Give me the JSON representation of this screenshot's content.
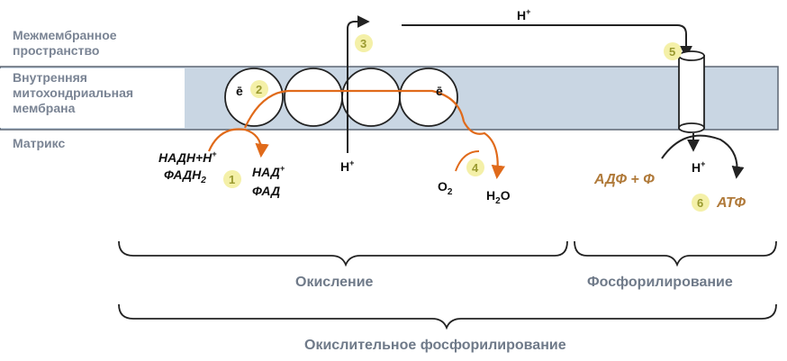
{
  "regions": {
    "intermembrane": [
      "Межмембранное",
      "пространство"
    ],
    "inner_membrane": [
      "Внутренняя",
      "митохондриальная",
      "мембрана"
    ],
    "matrix": "Матрикс"
  },
  "steps": [
    "1",
    "2",
    "3",
    "4",
    "5",
    "6"
  ],
  "labels": {
    "nadh": "НАДН+Н",
    "nadh_sup": "+",
    "fadh": "ФАДН",
    "fadh_sub": "2",
    "nad": "НАД",
    "nad_sup": "+",
    "fad": "ФАД",
    "electron": "ē",
    "h": "Н",
    "h_sup": "+",
    "o": "O",
    "o_sub": "2",
    "water_h": "H",
    "water_sub": "2",
    "water_o": "O",
    "adp": "АДФ + Ф",
    "atp": "АТФ"
  },
  "sections": {
    "oxidation": "Окисление",
    "phosphorylation": "Фосфорилирование",
    "oxidative_phosphorylation": "Окислительное фосфорилирование"
  },
  "colors": {
    "membrane": "#c9d6e3",
    "orange_arrow": "#e06a1a",
    "step_badge": "#f4f0a8",
    "brown_text": "#b07a3a"
  }
}
